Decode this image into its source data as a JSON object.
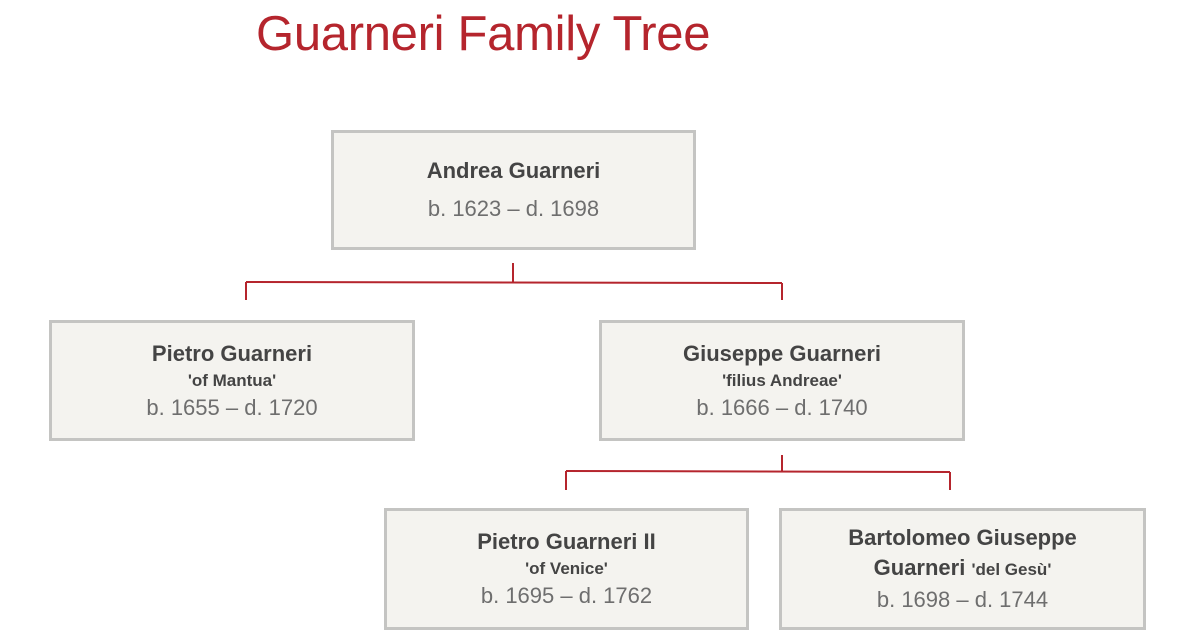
{
  "title": "Guarneri Family Tree",
  "colors": {
    "title": "#b5252d",
    "connector": "#b5252d",
    "box_fill": "#f4f3ef",
    "box_border": "#c4c4c2",
    "name_text": "#444444",
    "dates_text": "#6e6e6e"
  },
  "people": {
    "andrea": {
      "name": "Andrea Guarneri",
      "dates": "b. 1623 – d. 1698"
    },
    "pietro": {
      "name": "Pietro Guarneri",
      "nickname": "'of Mantua'",
      "dates": "b. 1655 – d. 1720"
    },
    "giuseppe": {
      "name": "Giuseppe Guarneri",
      "nickname": "'filius Andreae'",
      "dates": "b. 1666 – d. 1740"
    },
    "pietro2": {
      "name": "Pietro Guarneri II",
      "nickname": "'of Venice'",
      "dates": "b. 1695 – d. 1762"
    },
    "bartolomeo": {
      "name_line1": "Bartolomeo Giuseppe",
      "name_line2": "Guarneri",
      "nickname": "'del Gesù'",
      "dates": "b. 1698 – d. 1744"
    }
  }
}
